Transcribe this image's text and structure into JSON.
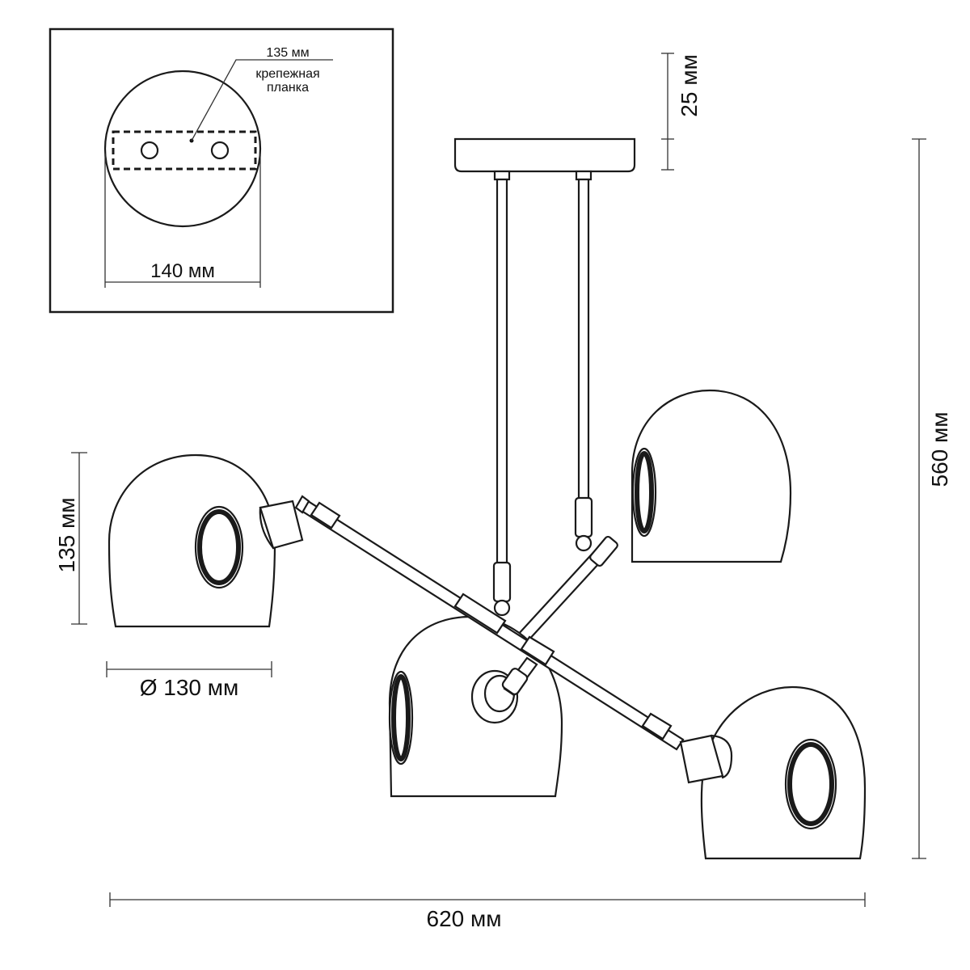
{
  "inset": {
    "plate_length": "135 мм",
    "plate_name_line1": "крепежная",
    "plate_name_line2": "планка",
    "canopy_diameter": "140 мм"
  },
  "dimensions": {
    "canopy_height": "25 мм",
    "total_height": "560 мм",
    "shade_height": "135 мм",
    "shade_diameter": "Ø 130 мм",
    "total_width": "620 мм"
  }
}
